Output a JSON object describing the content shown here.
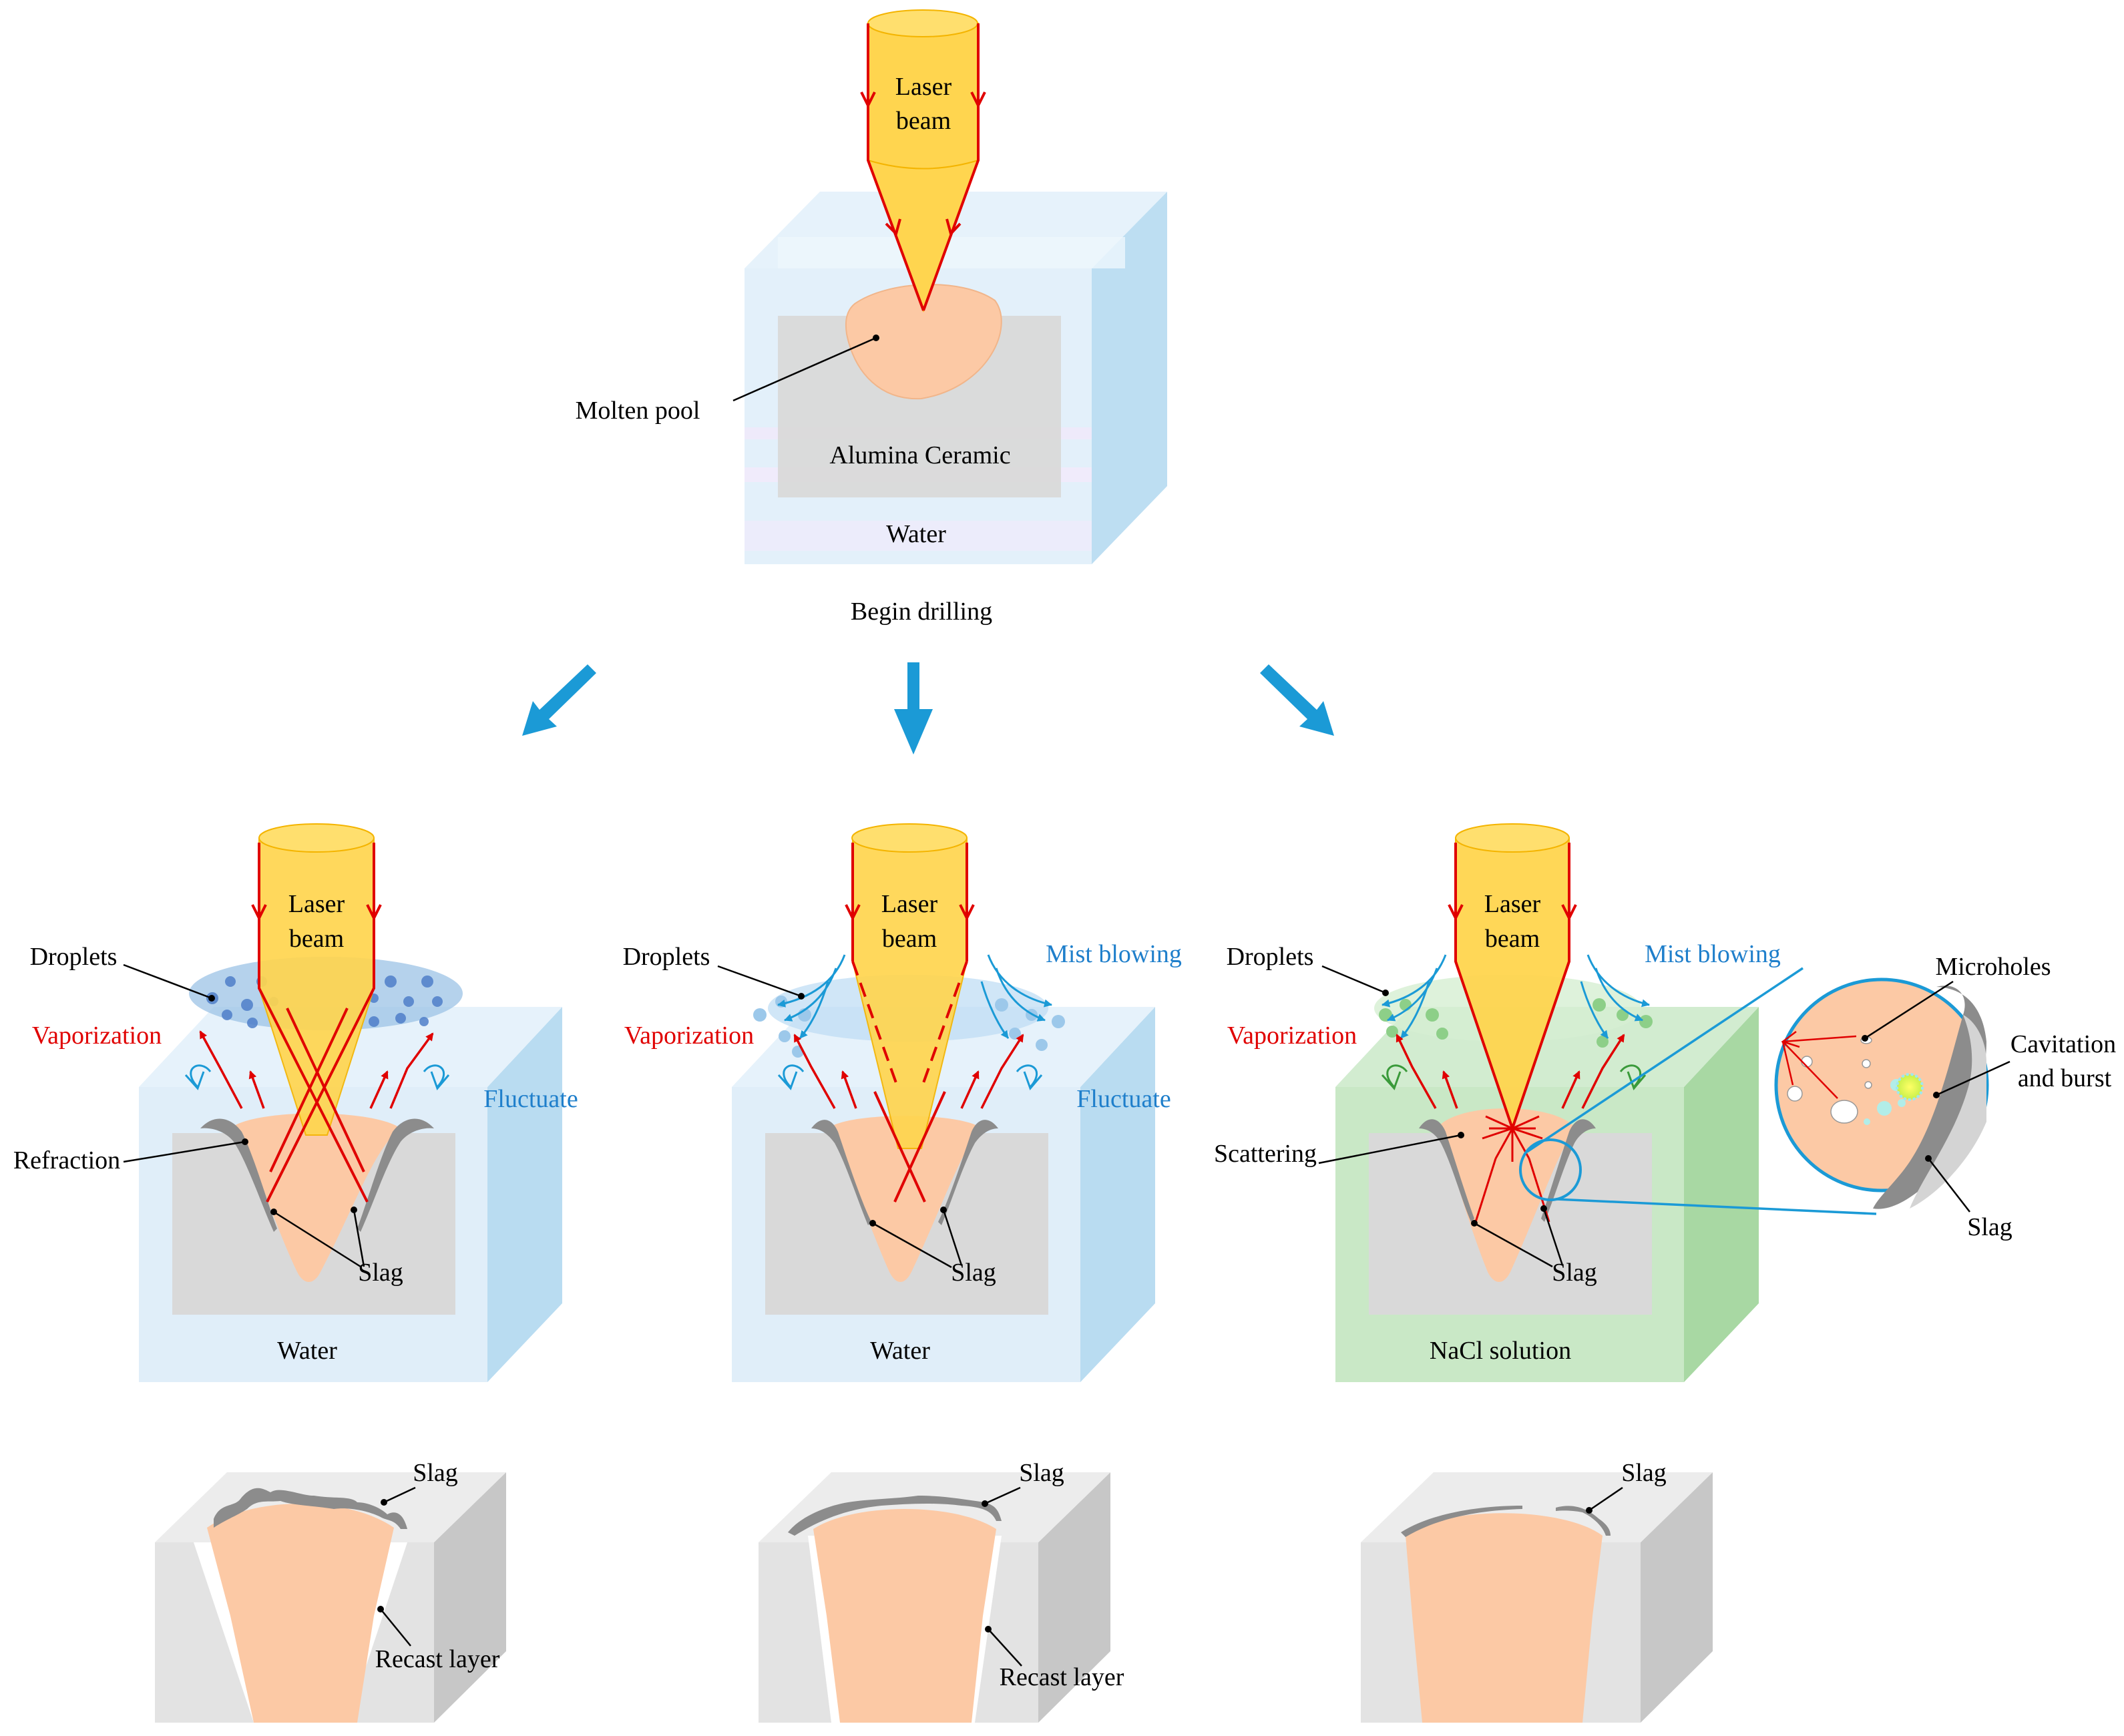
{
  "top": {
    "laser": [
      "Laser",
      "beam"
    ],
    "molten_pool": "Molten pool",
    "material": "Alumina Ceramic",
    "medium": "Water",
    "caption": "Begin drilling"
  },
  "panel_a": {
    "laser": [
      "Laser",
      "beam"
    ],
    "droplets": "Droplets",
    "vaporization": "Vaporization",
    "fluctuate": "Fluctuate",
    "refraction": "Refraction",
    "slag": "Slag",
    "medium": "Water"
  },
  "panel_b": {
    "laser": [
      "Laser",
      "beam"
    ],
    "droplets": "Droplets",
    "mist": "Mist blowing",
    "vaporization": "Vaporization",
    "fluctuate": "Fluctuate",
    "slag": "Slag",
    "medium": "Water"
  },
  "panel_c": {
    "laser": [
      "Laser",
      "beam"
    ],
    "droplets": "Droplets",
    "mist": "Mist blowing",
    "vaporization": "Vaporization",
    "scattering": "Scattering",
    "slag": "Slag",
    "medium": "NaCl solution",
    "zoom": {
      "microholes": "Microholes",
      "cavitation": [
        "Cavitation",
        "and burst"
      ],
      "slag": "Slag"
    }
  },
  "sections": {
    "a": {
      "slag": "Slag",
      "recast": "Recast layer"
    },
    "b": {
      "slag": "Slag",
      "recast": "Recast layer"
    },
    "c": {
      "slag": "Slag"
    }
  },
  "colors": {
    "laser_fill": "#ffd54f",
    "laser_ray": "#e00000",
    "water": "#dfeef9",
    "water_side": "#b8dcf2",
    "nacl": "#c9e8c6",
    "nacl_side": "#a8d8a3",
    "ceramic": "#d9d9d9",
    "molten": "#fcc9a5",
    "slag": "#8c8c8c",
    "arrow": "#1b9ad6",
    "red_label": "#e00000",
    "blue_label": "#1f7fcb"
  }
}
